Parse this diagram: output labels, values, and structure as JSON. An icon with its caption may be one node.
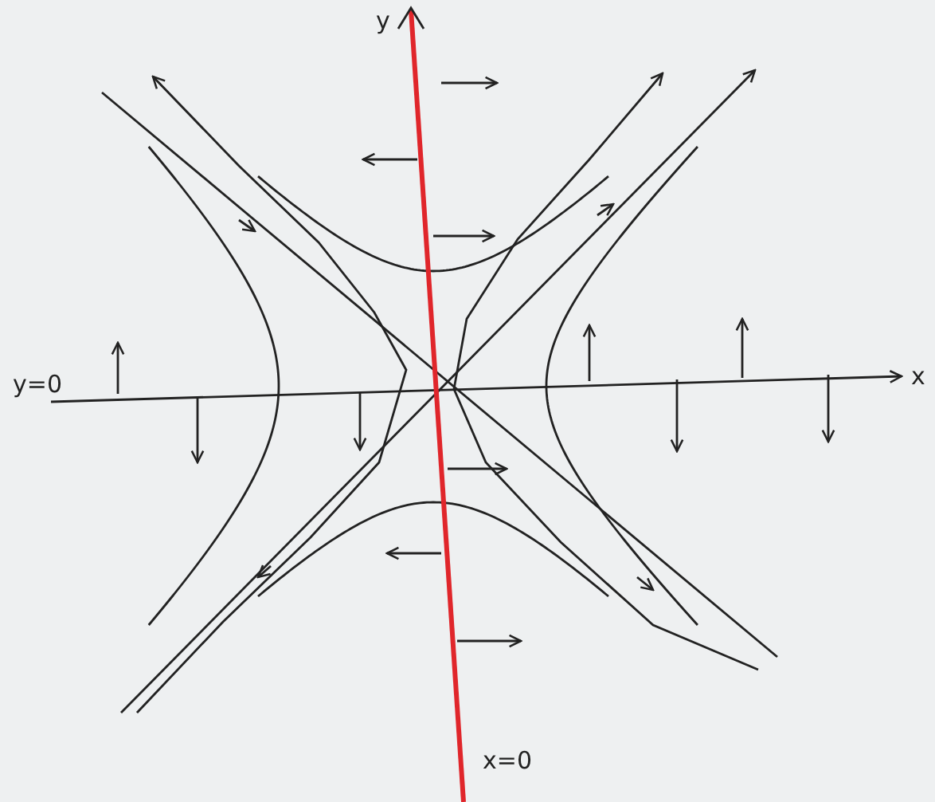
{
  "diagram": {
    "labels": [
      "y",
      "y=0",
      "x",
      "x=0"
    ]
  }
}
